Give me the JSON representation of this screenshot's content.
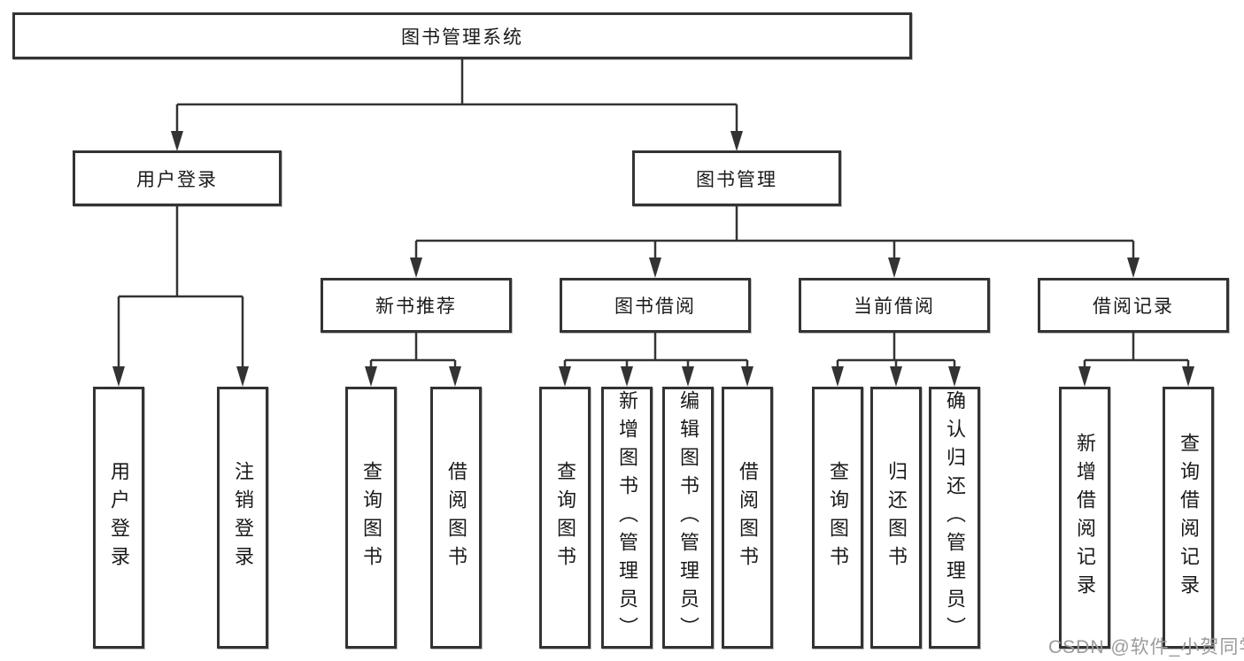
{
  "diagram": {
    "root": {
      "label": "图书管理系统"
    },
    "level2": [
      {
        "label": "用户登录"
      },
      {
        "label": "图书管理"
      }
    ],
    "level3": [
      {
        "label": "新书推荐"
      },
      {
        "label": "图书借阅"
      },
      {
        "label": "当前借阅"
      },
      {
        "label": "借阅记录"
      }
    ],
    "leaves": {
      "user": [
        "用户登录",
        "注销登录"
      ],
      "recommend": [
        "查询图书",
        "借阅图书"
      ],
      "borrow": [
        "查询图书",
        "新增图书（管理员）",
        "编辑图书（管理员）",
        "借阅图书"
      ],
      "current": [
        "查询图书",
        "归还图书",
        "确认归还（管理员）"
      ],
      "records": [
        "新增借阅记录",
        "查询借阅记录"
      ]
    },
    "colors": {
      "line": "#333333",
      "text": "#1a1a1a",
      "box_background": "#ffffff",
      "watermark": "#9b9b9b"
    },
    "watermark": "CSDN @软件_小贺同学"
  }
}
